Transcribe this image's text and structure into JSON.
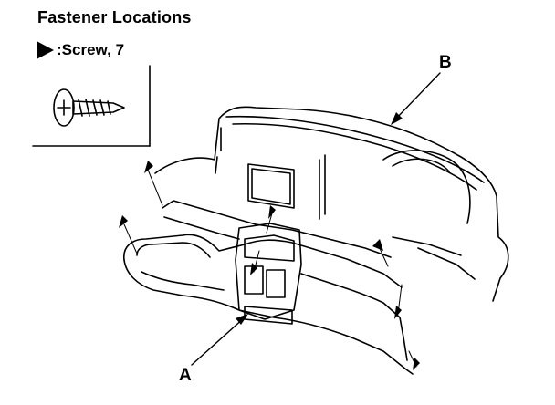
{
  "title": "Fastener Locations",
  "legend": {
    "symbol": "arrowhead",
    "label": ":Screw, 7"
  },
  "callouts": {
    "a": "A",
    "b": "B"
  }
}
